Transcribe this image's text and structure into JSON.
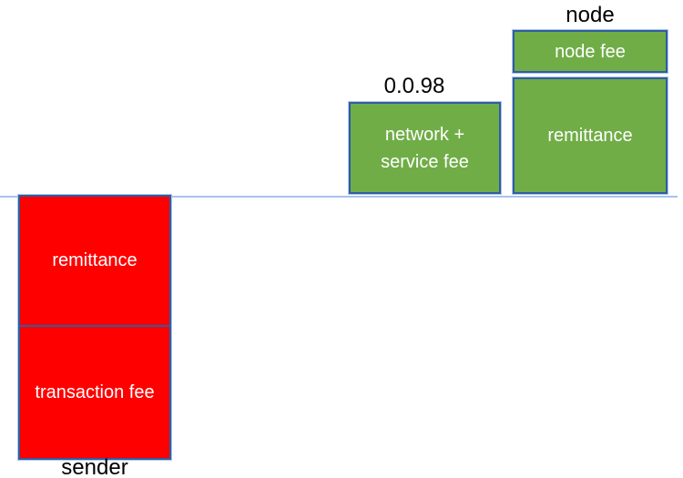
{
  "diagram": {
    "baseline": {
      "color": "#a8c3e8"
    },
    "colors": {
      "sender_fill": "#ff0000",
      "node_fill": "#70ad47",
      "box_border": "#2f5da2",
      "box_outer_edge": "#b0c6e8",
      "box_text": "#ffffff",
      "caption_text": "#000000"
    },
    "sender_group": {
      "caption": "sender",
      "blocks": [
        {
          "label": "remittance"
        },
        {
          "label": "transaction fee"
        }
      ]
    },
    "network_group": {
      "caption": "0.0.98",
      "block": {
        "label": "network +\nservice fee"
      }
    },
    "node_group": {
      "caption": "node",
      "blocks": [
        {
          "label": "node fee"
        },
        {
          "label": "remittance"
        }
      ]
    }
  }
}
